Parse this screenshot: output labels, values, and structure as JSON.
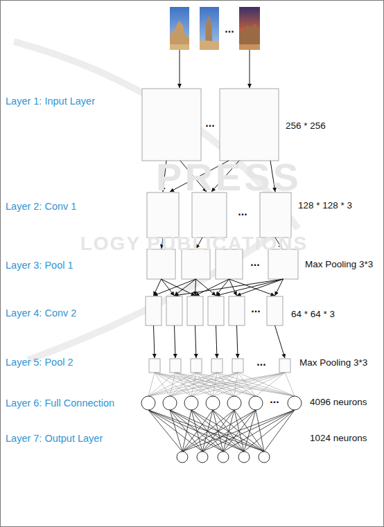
{
  "diagram": {
    "labels": [
      "...",
      "Layer 1: Input Layer",
      "...",
      "256 * 256",
      "PRESS",
      "Layer 2: Conv 1",
      "...",
      "128 * 128 * 3",
      "LOGY PUBLICATIONS",
      "Layer 3: Pool 1",
      "...",
      "Max Pooling 3*3",
      "Layer 4: Conv 2",
      "...",
      "64 * 64 * 3",
      "Layer 5: Pool 2",
      "...",
      "Max Pooling 3*3",
      "Layer 6: Full Connection",
      "...",
      "4096 neurons",
      "Layer 7: Output Layer",
      "1024 neurons"
    ]
  }
}
